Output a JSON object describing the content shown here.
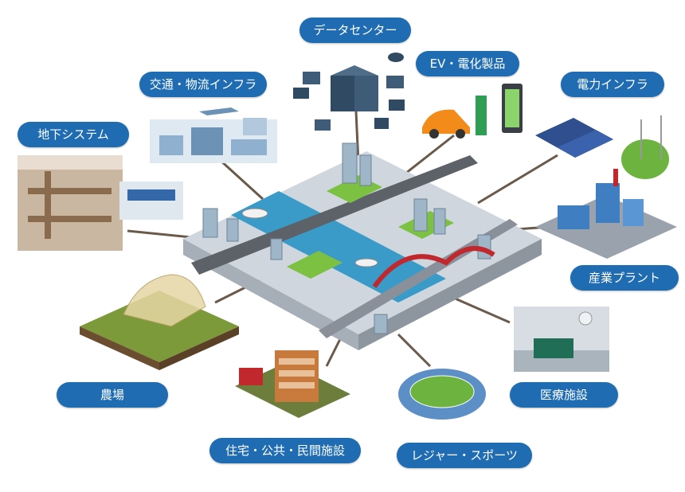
{
  "labels": {
    "data_center": "データセンター",
    "ev_appliances": "EV・電化製品",
    "transport_logistics": "交通・物流インフラ",
    "power_infra": "電力インフラ",
    "underground": "地下システム",
    "industrial_plant": "産業プラント",
    "farm": "農場",
    "medical": "医療施設",
    "housing_public": "住宅・公共・民間施設",
    "leisure_sports": "レジャー・スポーツ"
  },
  "colors": {
    "label_bg": "#1f6cb3",
    "label_text": "#ffffff",
    "connector": "#6b5a4a",
    "water": "#3a9bc8",
    "road": "#5d6168",
    "grass": "#7cc142",
    "bridge": "#c0282d"
  }
}
